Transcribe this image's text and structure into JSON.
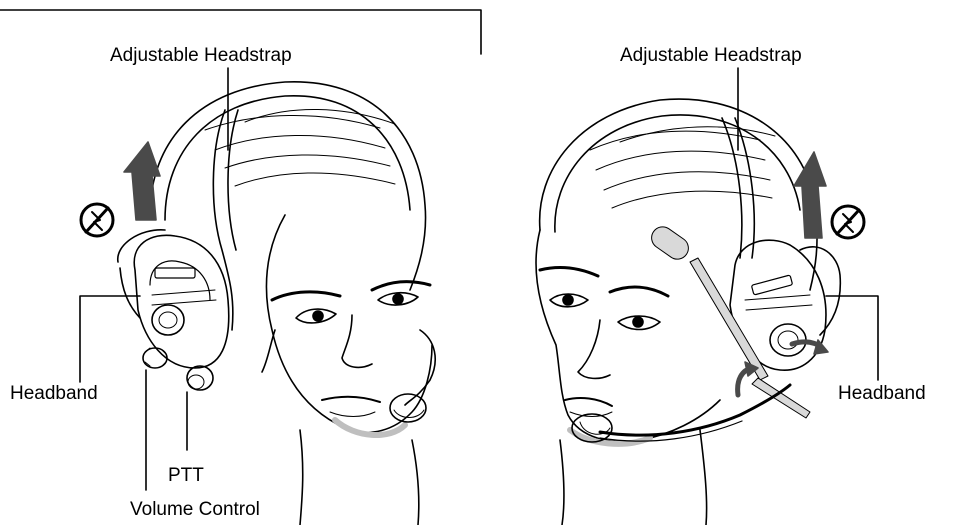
{
  "labels": {
    "left_headstrap": "Adjustable Headstrap",
    "right_headstrap": "Adjustable Headstrap",
    "left_headband": "Headband",
    "right_headband": "Headband",
    "ptt": "PTT",
    "volume_control": "Volume Control"
  },
  "colors": {
    "ink": "#000000",
    "arrow": "#4a4a4a",
    "shade": "#bfbfbf",
    "mic_boom": "#d9d9d9"
  },
  "icons": [
    "no-symbol-icon",
    "up-arrow-icon",
    "rotate-arrow-icon"
  ]
}
